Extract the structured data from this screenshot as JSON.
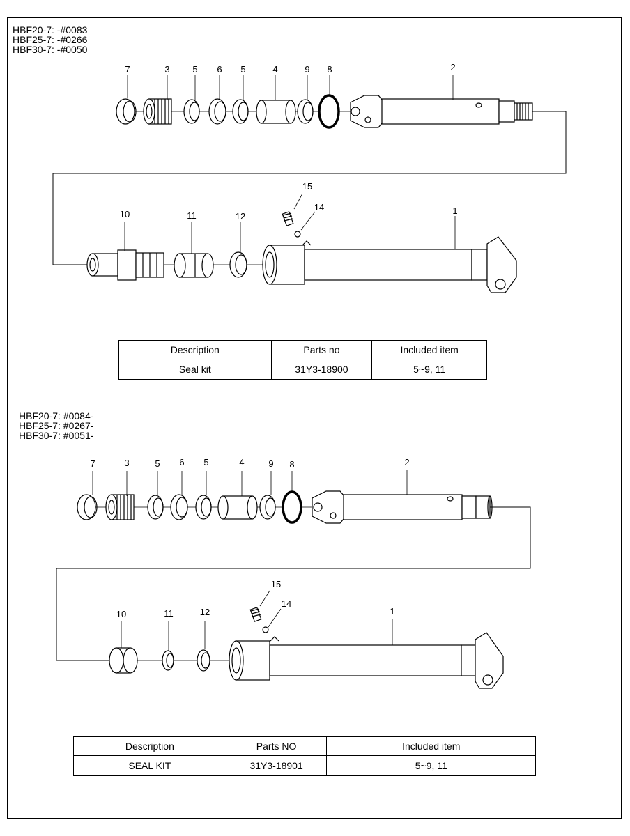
{
  "top_section": {
    "models": [
      "HBF20-7: -#0083",
      "HBF25-7: -#0266",
      "HBF30-7: -#0050"
    ],
    "callouts": {
      "row1": [
        "7",
        "3",
        "5",
        "6",
        "5",
        "4",
        "9",
        "8",
        "2"
      ],
      "row2": [
        "15",
        "14",
        "10",
        "11",
        "12",
        "1"
      ]
    },
    "table": {
      "headers": [
        "Description",
        "Parts no",
        "Included item"
      ],
      "row": [
        "Seal kit",
        "31Y3-18900",
        "5~9, 11"
      ]
    }
  },
  "bottom_section": {
    "models": [
      "HBF20-7: #0084-",
      "HBF25-7: #0267-",
      "HBF30-7: #0051-"
    ],
    "callouts": {
      "row1": [
        "7",
        "3",
        "5",
        "6",
        "5",
        "4",
        "9",
        "8",
        "2"
      ],
      "row2": [
        "15",
        "14",
        "10",
        "11",
        "12",
        "1"
      ]
    },
    "table": {
      "headers": [
        "Description",
        "Parts NO",
        "Included item"
      ],
      "row": [
        "SEAL KIT",
        "31Y3-18901",
        "5~9, 11"
      ]
    }
  }
}
